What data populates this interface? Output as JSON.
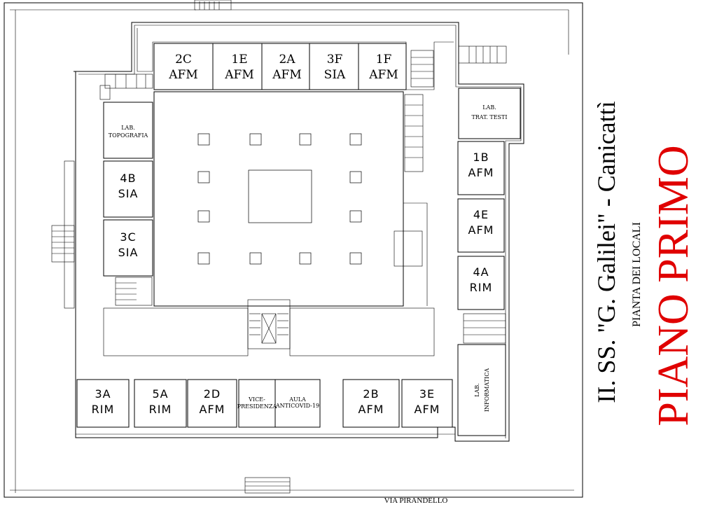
{
  "title": {
    "school": "II. SS. \"G. Galilei\" - Canicattì",
    "subtitle": "PIANTA DEI LOCALI",
    "floor": "PIANO PRIMO",
    "floor_color": "#e00000"
  },
  "street": "VIA PIRANDELLO",
  "rooms": {
    "r2c": {
      "line1": "2C",
      "line2": "AFM"
    },
    "r1e": {
      "line1": "1E",
      "line2": "AFM"
    },
    "r2a": {
      "line1": "2A",
      "line2": "AFM"
    },
    "r3f": {
      "line1": "3F",
      "line2": "SIA"
    },
    "r1f": {
      "line1": "1F",
      "line2": "AFM"
    },
    "lab_topografia": {
      "line1": "LAB.",
      "line2": "TOPOGRAFIA"
    },
    "r4b": {
      "line1": "4B",
      "line2": "SIA"
    },
    "r3c": {
      "line1": "3C",
      "line2": "SIA"
    },
    "lab_testi": {
      "line1": "LAB.",
      "line2": "TRAT. TESTI"
    },
    "r1b": {
      "line1": "1B",
      "line2": "AFM"
    },
    "r4e": {
      "line1": "4E",
      "line2": "AFM"
    },
    "r4a": {
      "line1": "4A",
      "line2": "RIM"
    },
    "r3a": {
      "line1": "3A",
      "line2": "RIM"
    },
    "r5a": {
      "line1": "5A",
      "line2": "RIM"
    },
    "r2d": {
      "line1": "2D",
      "line2": "AFM"
    },
    "vice": {
      "line1": "VICE-",
      "line2": "PRESIDENZA"
    },
    "aula": {
      "line1": "AULA",
      "line2": "ANTICOVID-19"
    },
    "r2b": {
      "line1": "2B",
      "line2": "AFM"
    },
    "r3e": {
      "line1": "3E",
      "line2": "AFM"
    },
    "lab_informatica": {
      "line1": "LAB.",
      "line2": "INFORMATICA"
    }
  }
}
